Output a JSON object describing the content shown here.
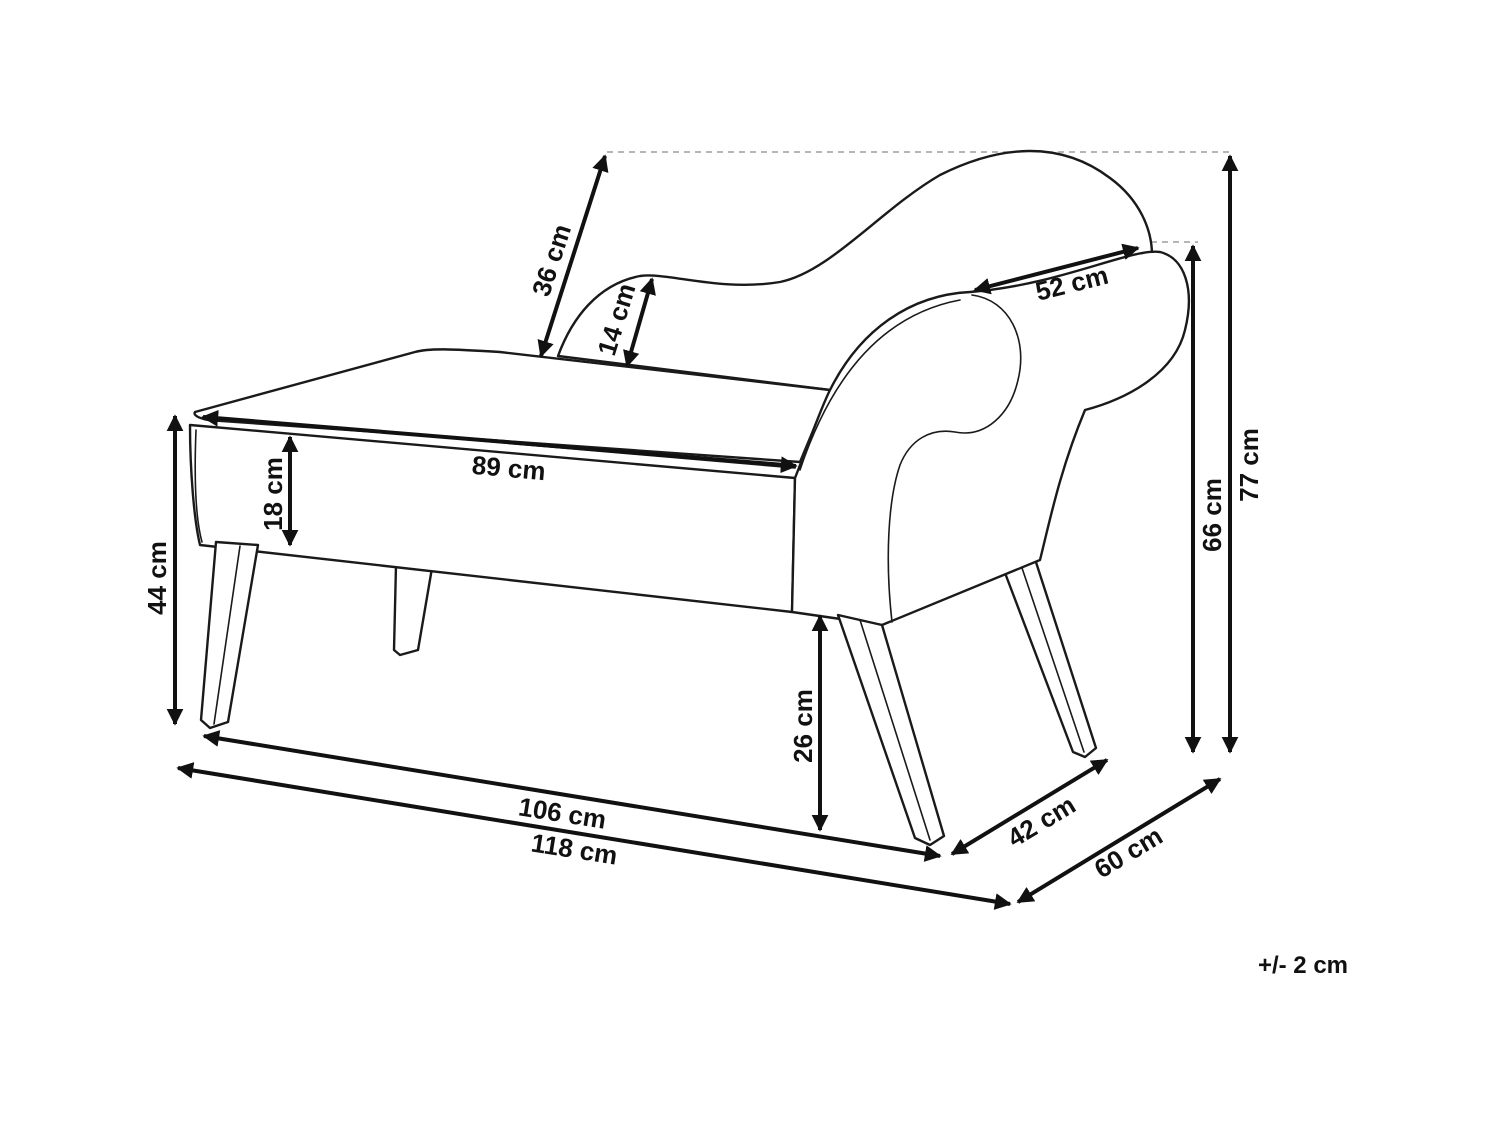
{
  "dimensions": {
    "total_height": "77 cm",
    "armrest_height": "66 cm",
    "seat_height": "44 cm",
    "leg_height": "26 cm",
    "cushion_thickness": "18 cm",
    "backrest_height": "36 cm",
    "backrest_depth": "14 cm",
    "armrest_depth": "52 cm",
    "seat_width": "89 cm",
    "base_width": "106 cm",
    "total_width": "118 cm",
    "base_depth": "42 cm",
    "total_depth": "60 cm"
  },
  "tolerance": "+/- 2 cm",
  "colors": {
    "line": "#1a1a1a",
    "guide": "#8a8a8a"
  }
}
